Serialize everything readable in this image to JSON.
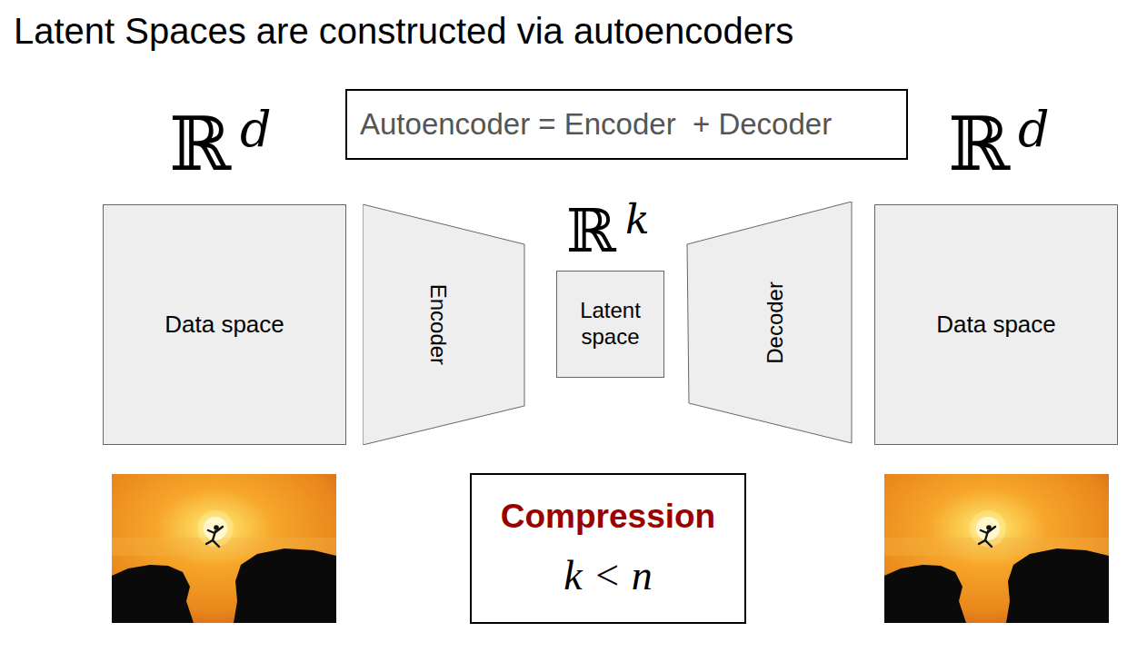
{
  "diagram": {
    "title": "Latent Spaces are constructed via autoencoders",
    "nodes": [
      {
        "text": [
          "Autoencoder = Encoder  + Decoder"
        ]
      },
      {
        "text": [
          "Data space"
        ]
      },
      {
        "text": [
          "Encoder"
        ]
      },
      {
        "text": [
          "Latent space"
        ]
      },
      {
        "text": [
          "Decoder"
        ]
      },
      {
        "text": [
          "Data space"
        ]
      },
      {
        "text": [
          "Compression",
          "k < n"
        ]
      }
    ],
    "labels": [
      "ℝ",
      "d",
      "ℝ",
      "d",
      "ℝ",
      "k"
    ]
  }
}
